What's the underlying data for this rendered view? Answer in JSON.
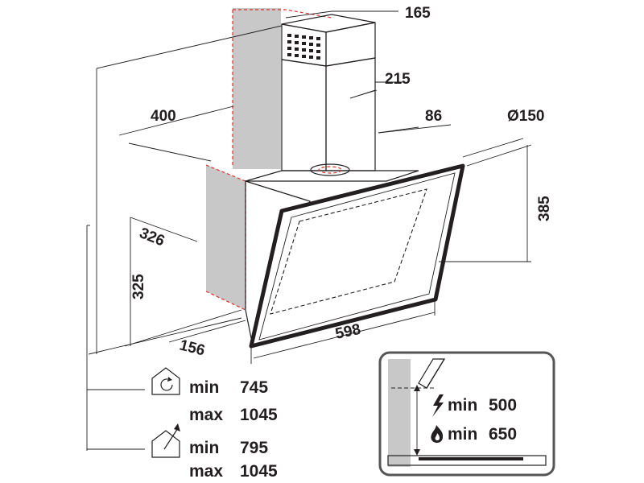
{
  "dimensions": {
    "chimney_depth": "165",
    "chimney_width": "215",
    "hood_depth": "400",
    "outlet_offset": "86",
    "outlet_diameter": "Ø150",
    "panel_height": "385",
    "side_depth": "326",
    "bottom_height": "325",
    "base_depth": "156",
    "width": "598"
  },
  "installation": {
    "recirculation": {
      "min_label": "min",
      "min_value": "745",
      "max_label": "max",
      "max_value": "1045",
      "icon": "recirculation-icon"
    },
    "ducted": {
      "min_label": "min",
      "min_value": "795",
      "max_label": "max",
      "max_value": "1045",
      "icon": "ducted-exhaust-icon"
    }
  },
  "clearance": {
    "electric": {
      "label": "min",
      "value": "500",
      "icon": "lightning-icon"
    },
    "gas": {
      "label": "min",
      "value": "650",
      "icon": "flame-icon"
    }
  },
  "colors": {
    "line": "#231f20",
    "wall": "#c8c8c8",
    "marker": "#e0302b",
    "inset_border": "#555555"
  }
}
